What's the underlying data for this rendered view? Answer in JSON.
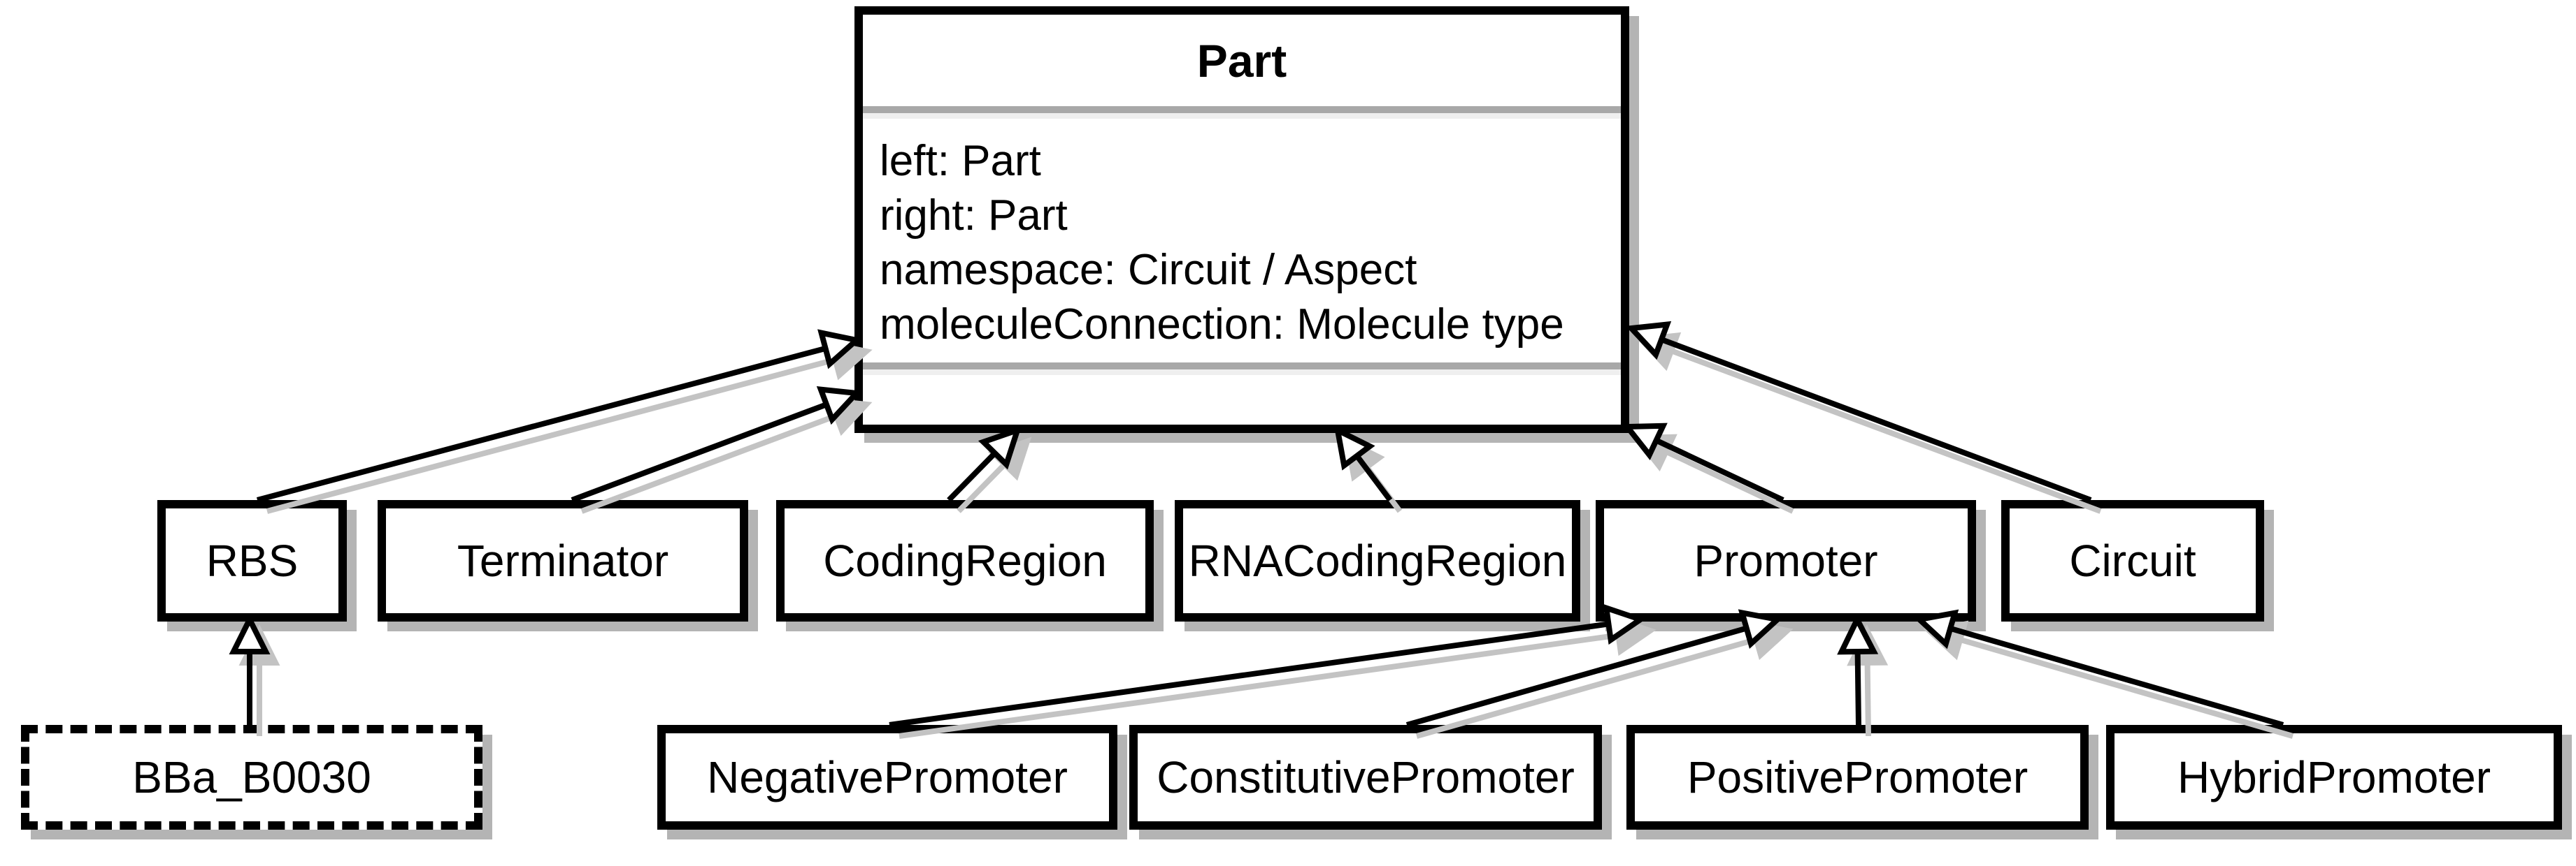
{
  "diagram": {
    "type": "uml_class_diagram",
    "classes": {
      "part": {
        "name": "Part",
        "attributes": [
          "left: Part",
          "right: Part",
          "namespace: Circuit / Aspect",
          "moleculeConnection: Molecule type"
        ]
      },
      "rbs": {
        "name": "RBS"
      },
      "terminator": {
        "name": "Terminator"
      },
      "codingregion": {
        "name": "CodingRegion"
      },
      "rnacodingregion": {
        "name": "RNACodingRegion"
      },
      "promoter": {
        "name": "Promoter"
      },
      "circuit": {
        "name": "Circuit"
      },
      "bba_b0030": {
        "name": "BBa_B0030",
        "border": "dashed"
      },
      "negativepromoter": {
        "name": "NegativePromoter"
      },
      "constitutivepromoter": {
        "name": "ConstitutivePromoter"
      },
      "positivepromoter": {
        "name": "PositivePromoter"
      },
      "hybridpromoter": {
        "name": "HybridPromoter"
      }
    },
    "relationships": [
      {
        "from": "RBS",
        "to": "Part",
        "type": "inheritance"
      },
      {
        "from": "Terminator",
        "to": "Part",
        "type": "inheritance"
      },
      {
        "from": "CodingRegion",
        "to": "Part",
        "type": "inheritance"
      },
      {
        "from": "RNACodingRegion",
        "to": "Part",
        "type": "inheritance"
      },
      {
        "from": "Promoter",
        "to": "Part",
        "type": "inheritance"
      },
      {
        "from": "Circuit",
        "to": "Part",
        "type": "inheritance"
      },
      {
        "from": "NegativePromoter",
        "to": "Promoter",
        "type": "inheritance"
      },
      {
        "from": "ConstitutivePromoter",
        "to": "Promoter",
        "type": "inheritance"
      },
      {
        "from": "PositivePromoter",
        "to": "Promoter",
        "type": "inheritance"
      },
      {
        "from": "HybridPromoter",
        "to": "Promoter",
        "type": "inheritance"
      },
      {
        "from": "BBa_B0030",
        "to": "RBS",
        "type": "inheritance"
      }
    ],
    "colors": {
      "line": "#000000",
      "box_fill": "#ffffff",
      "box_shadow": "#b4b4b4",
      "arrow_shadow": "#c3c3c3",
      "separator_dark": "#a8a8a8",
      "separator_light": "#efefef"
    }
  }
}
